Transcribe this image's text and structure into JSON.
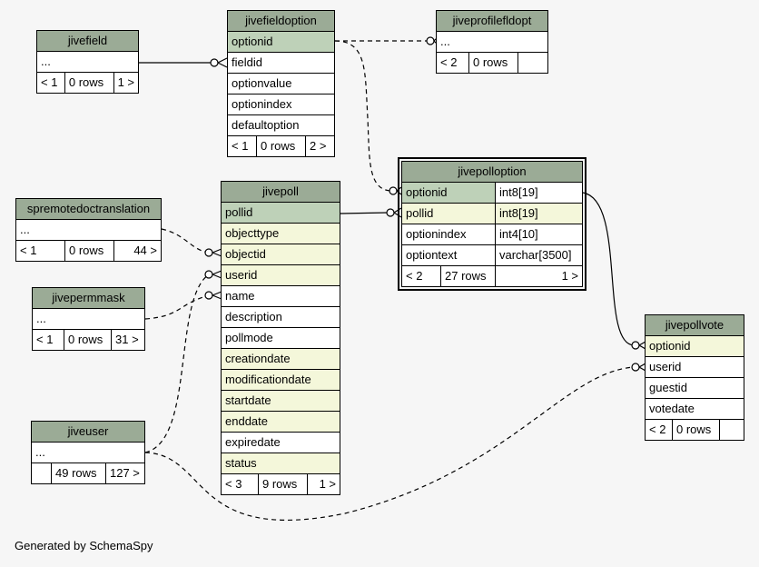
{
  "tables": {
    "jivefield": {
      "name": "jivefield",
      "rows": [
        "..."
      ],
      "footer": [
        "< 1",
        "0 rows",
        "1 >"
      ]
    },
    "jivefieldoption": {
      "name": "jivefieldoption",
      "rows": [
        "optionid",
        "fieldid",
        "optionvalue",
        "optionindex",
        "defaultoption"
      ],
      "footer": [
        "< 1",
        "0 rows",
        "2 >"
      ]
    },
    "jiveprofilefldopt": {
      "name": "jiveprofilefldopt",
      "rows": [
        "..."
      ],
      "footer": [
        "< 2",
        "0 rows",
        ""
      ]
    },
    "spremotedoctranslation": {
      "name": "spremotedoctranslation",
      "rows": [
        "..."
      ],
      "footer": [
        "< 1",
        "0 rows",
        "44 >"
      ]
    },
    "jivepermmask": {
      "name": "jivepermmask",
      "rows": [
        "..."
      ],
      "footer": [
        "< 1",
        "0 rows",
        "31 >"
      ]
    },
    "jiveuser": {
      "name": "jiveuser",
      "rows": [
        "..."
      ],
      "footer": [
        "",
        "49 rows",
        "127 >"
      ]
    },
    "jivepoll": {
      "name": "jivepoll",
      "rows": [
        "pollid",
        "objecttype",
        "objectid",
        "userid",
        "name",
        "description",
        "pollmode",
        "creationdate",
        "modificationdate",
        "startdate",
        "enddate",
        "expiredate",
        "status"
      ],
      "footer": [
        "< 3",
        "9 rows",
        "1 >"
      ]
    },
    "jivepolloption": {
      "name": "jivepolloption",
      "rows": [
        {
          "col": "optionid",
          "type": "int8[19]"
        },
        {
          "col": "pollid",
          "type": "int8[19]"
        },
        {
          "col": "optionindex",
          "type": "int4[10]"
        },
        {
          "col": "optiontext",
          "type": "varchar[3500]"
        }
      ],
      "footer": [
        "< 2",
        "27 rows",
        "1 >"
      ]
    },
    "jivepollvote": {
      "name": "jivepollvote",
      "rows": [
        "optionid",
        "userid",
        "guestid",
        "votedate"
      ],
      "footer": [
        "< 2",
        "0 rows",
        ""
      ]
    }
  },
  "colors": {
    "header": "#9bab96",
    "primary_key": "#bed1b8",
    "foreign_key": "#f4f7da",
    "background": "#f6f6f6"
  },
  "footer_note": "Generated by SchemaSpy"
}
